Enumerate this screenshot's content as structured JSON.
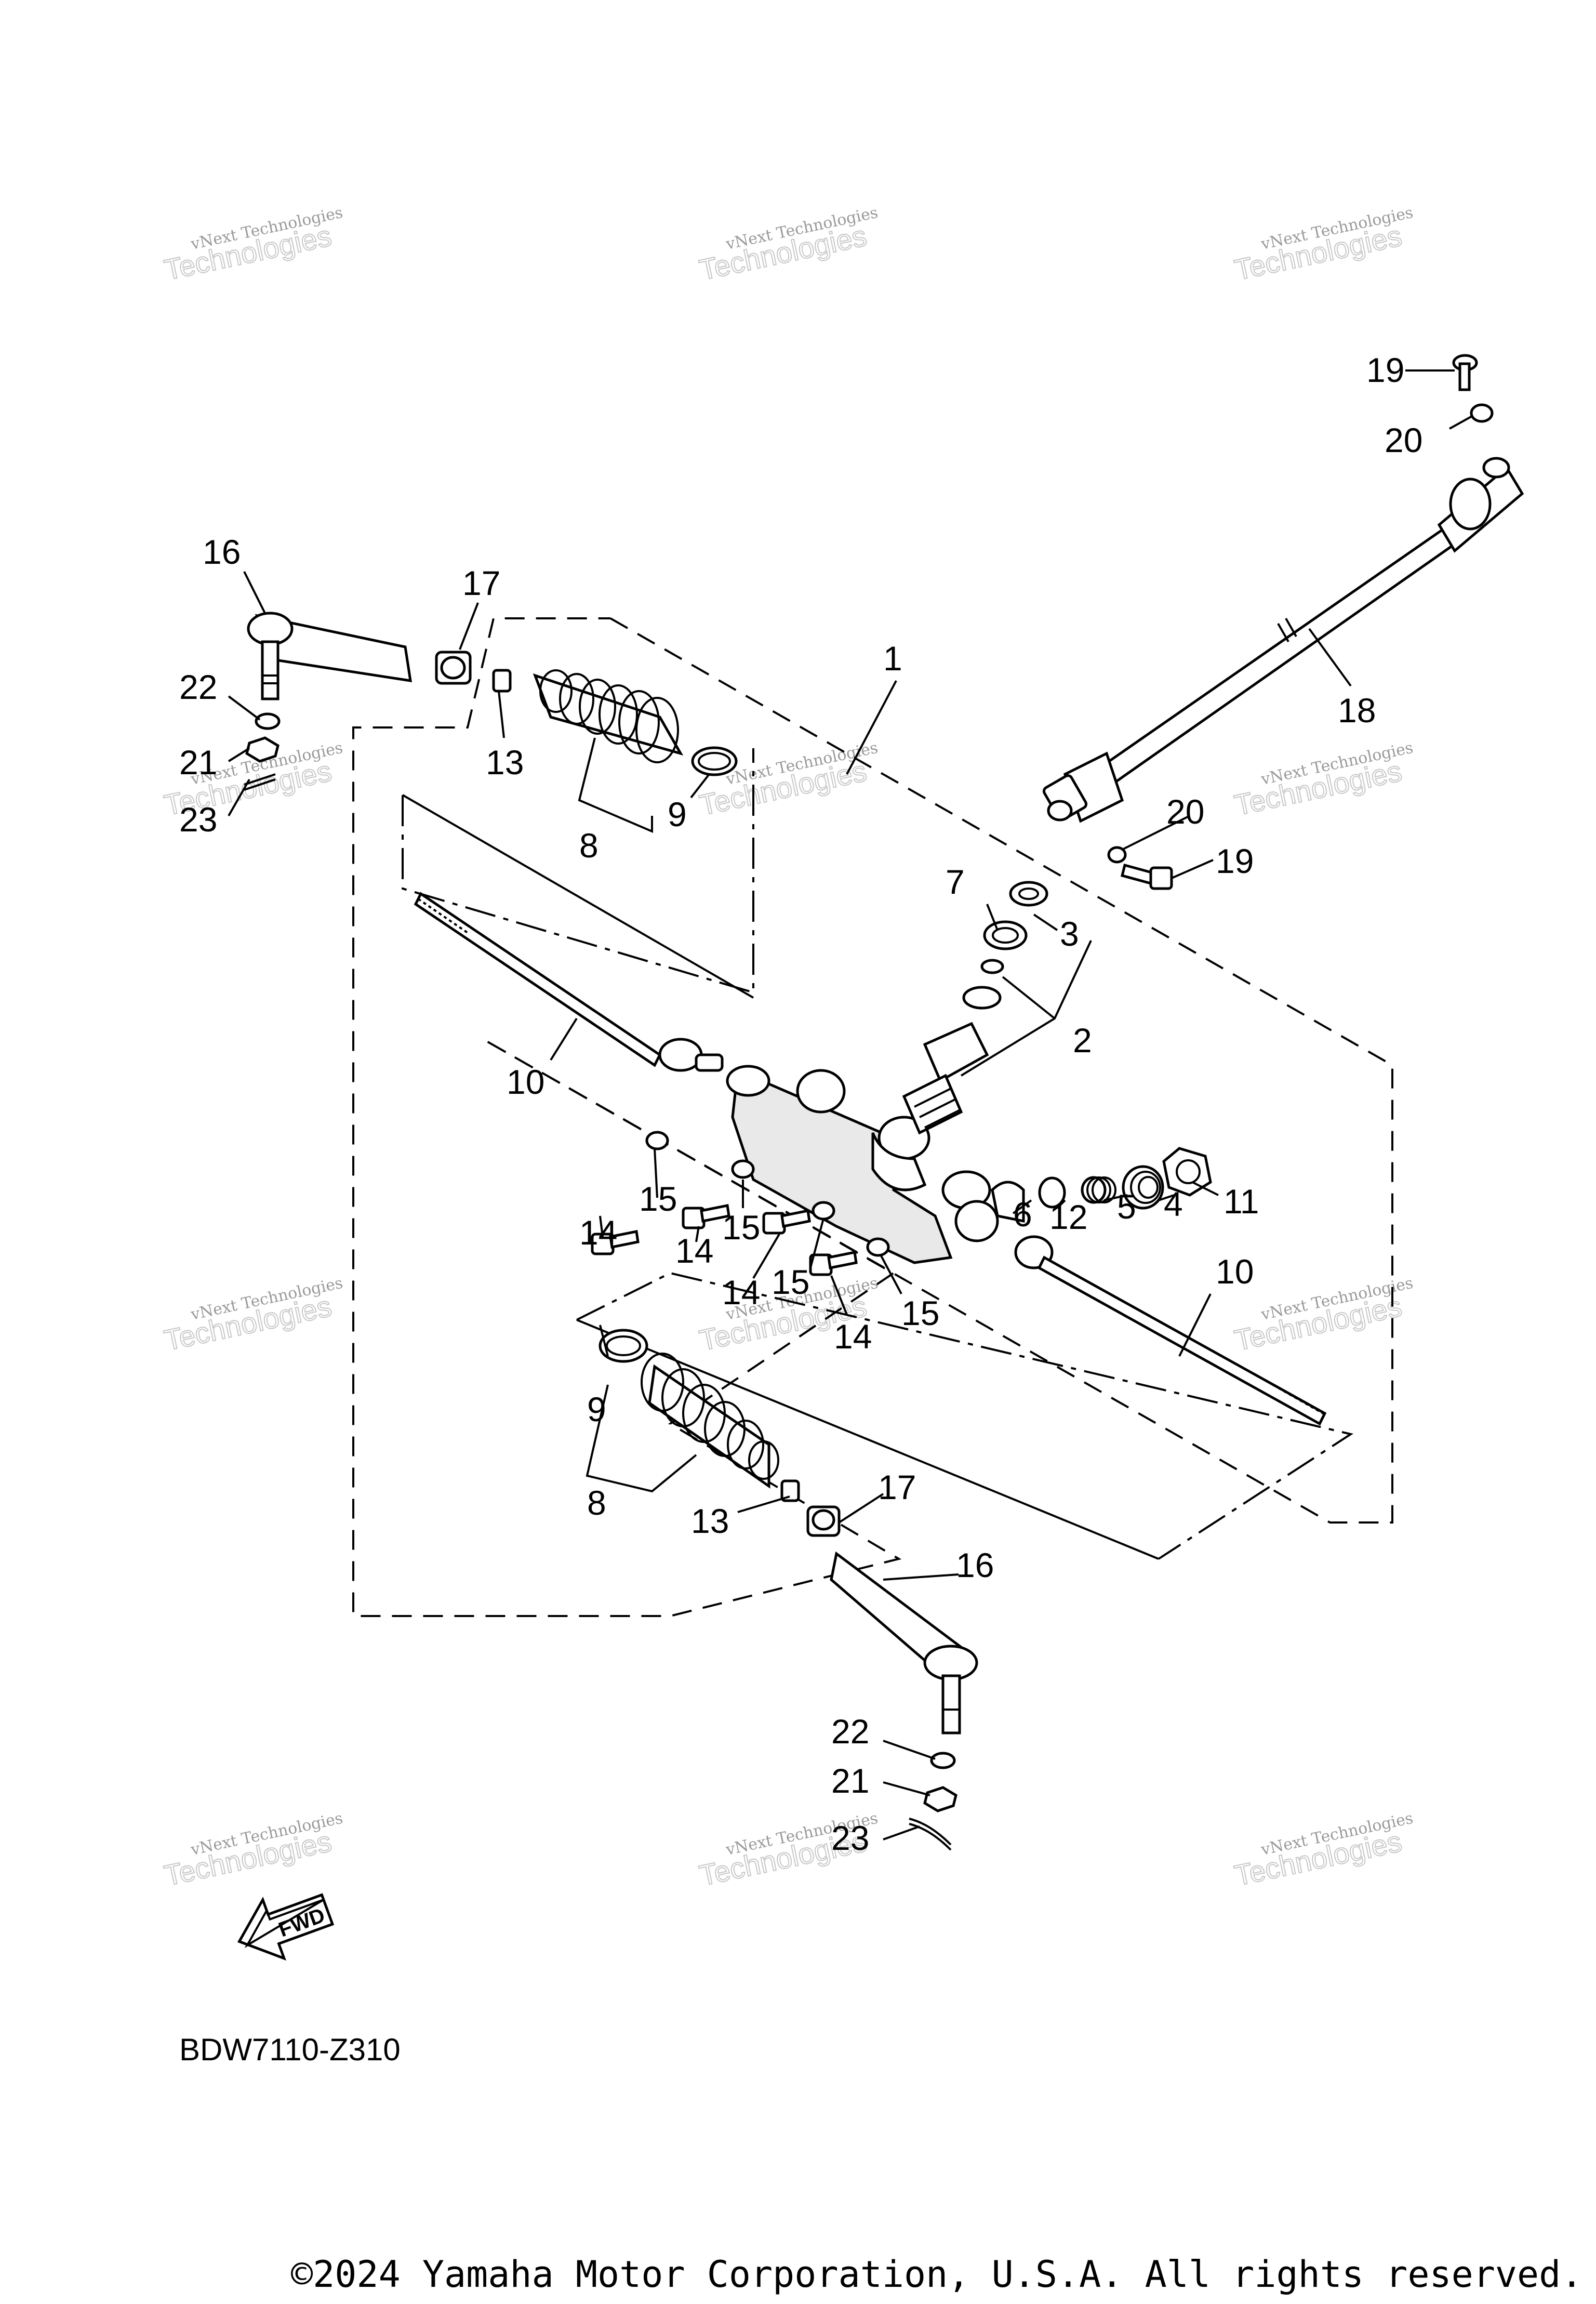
{
  "diagram_id": "BDW7110-Z310",
  "fwd_label": "FWD",
  "copyright": "©2024 Yamaha Motor Corporation, U.S.A. All rights reserved.",
  "watermark": {
    "line1": "vNext Technologies",
    "line2": "Technologies"
  },
  "callouts": {
    "c1": "1",
    "c2": "2",
    "c3": "3",
    "c4": "4",
    "c5": "5",
    "c6": "6",
    "c7": "7",
    "c8a": "8",
    "c8b": "8",
    "c9a": "9",
    "c9b": "9",
    "c10a": "10",
    "c10b": "10",
    "c11": "11",
    "c12": "12",
    "c13a": "13",
    "c13b": "13",
    "c14a": "14",
    "c14b": "14",
    "c14c": "14",
    "c14d": "14",
    "c15a": "15",
    "c15b": "15",
    "c15c": "15",
    "c15d": "15",
    "c16a": "16",
    "c16b": "16",
    "c17a": "17",
    "c17b": "17",
    "c18": "18",
    "c19a": "19",
    "c19b": "19",
    "c20a": "20",
    "c20b": "20",
    "c21a": "21",
    "c21b": "21",
    "c22a": "22",
    "c22b": "22",
    "c23a": "23",
    "c23b": "23"
  }
}
